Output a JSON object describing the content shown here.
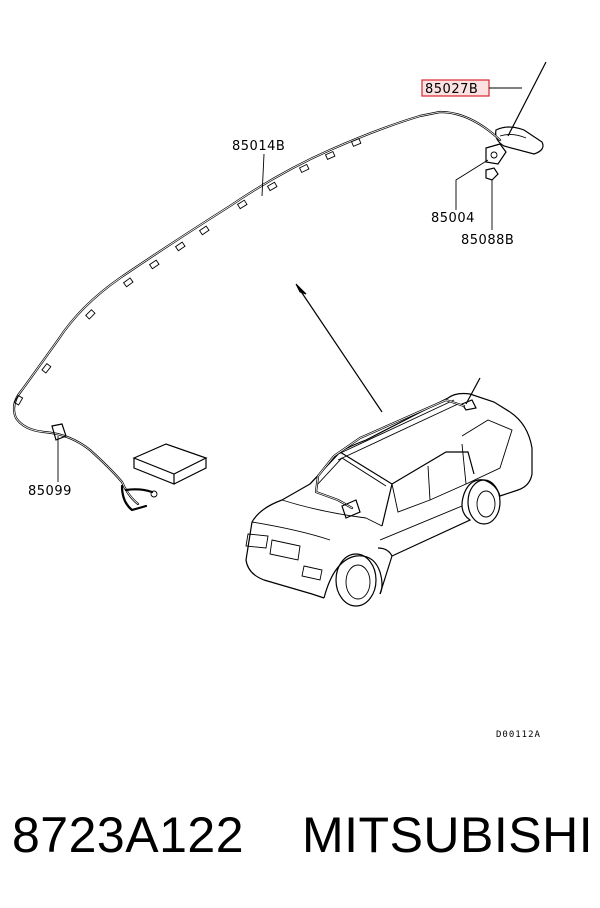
{
  "diagram": {
    "labels": {
      "antenna": "85027B",
      "cable": "85014B",
      "base": "85004",
      "nut": "85088B",
      "clip": "85099"
    },
    "highlight_color": "#d9262e",
    "drawing_code": "D00112A"
  },
  "footer": {
    "part_number": "8723A122",
    "brand": "MITSUBISHI"
  }
}
